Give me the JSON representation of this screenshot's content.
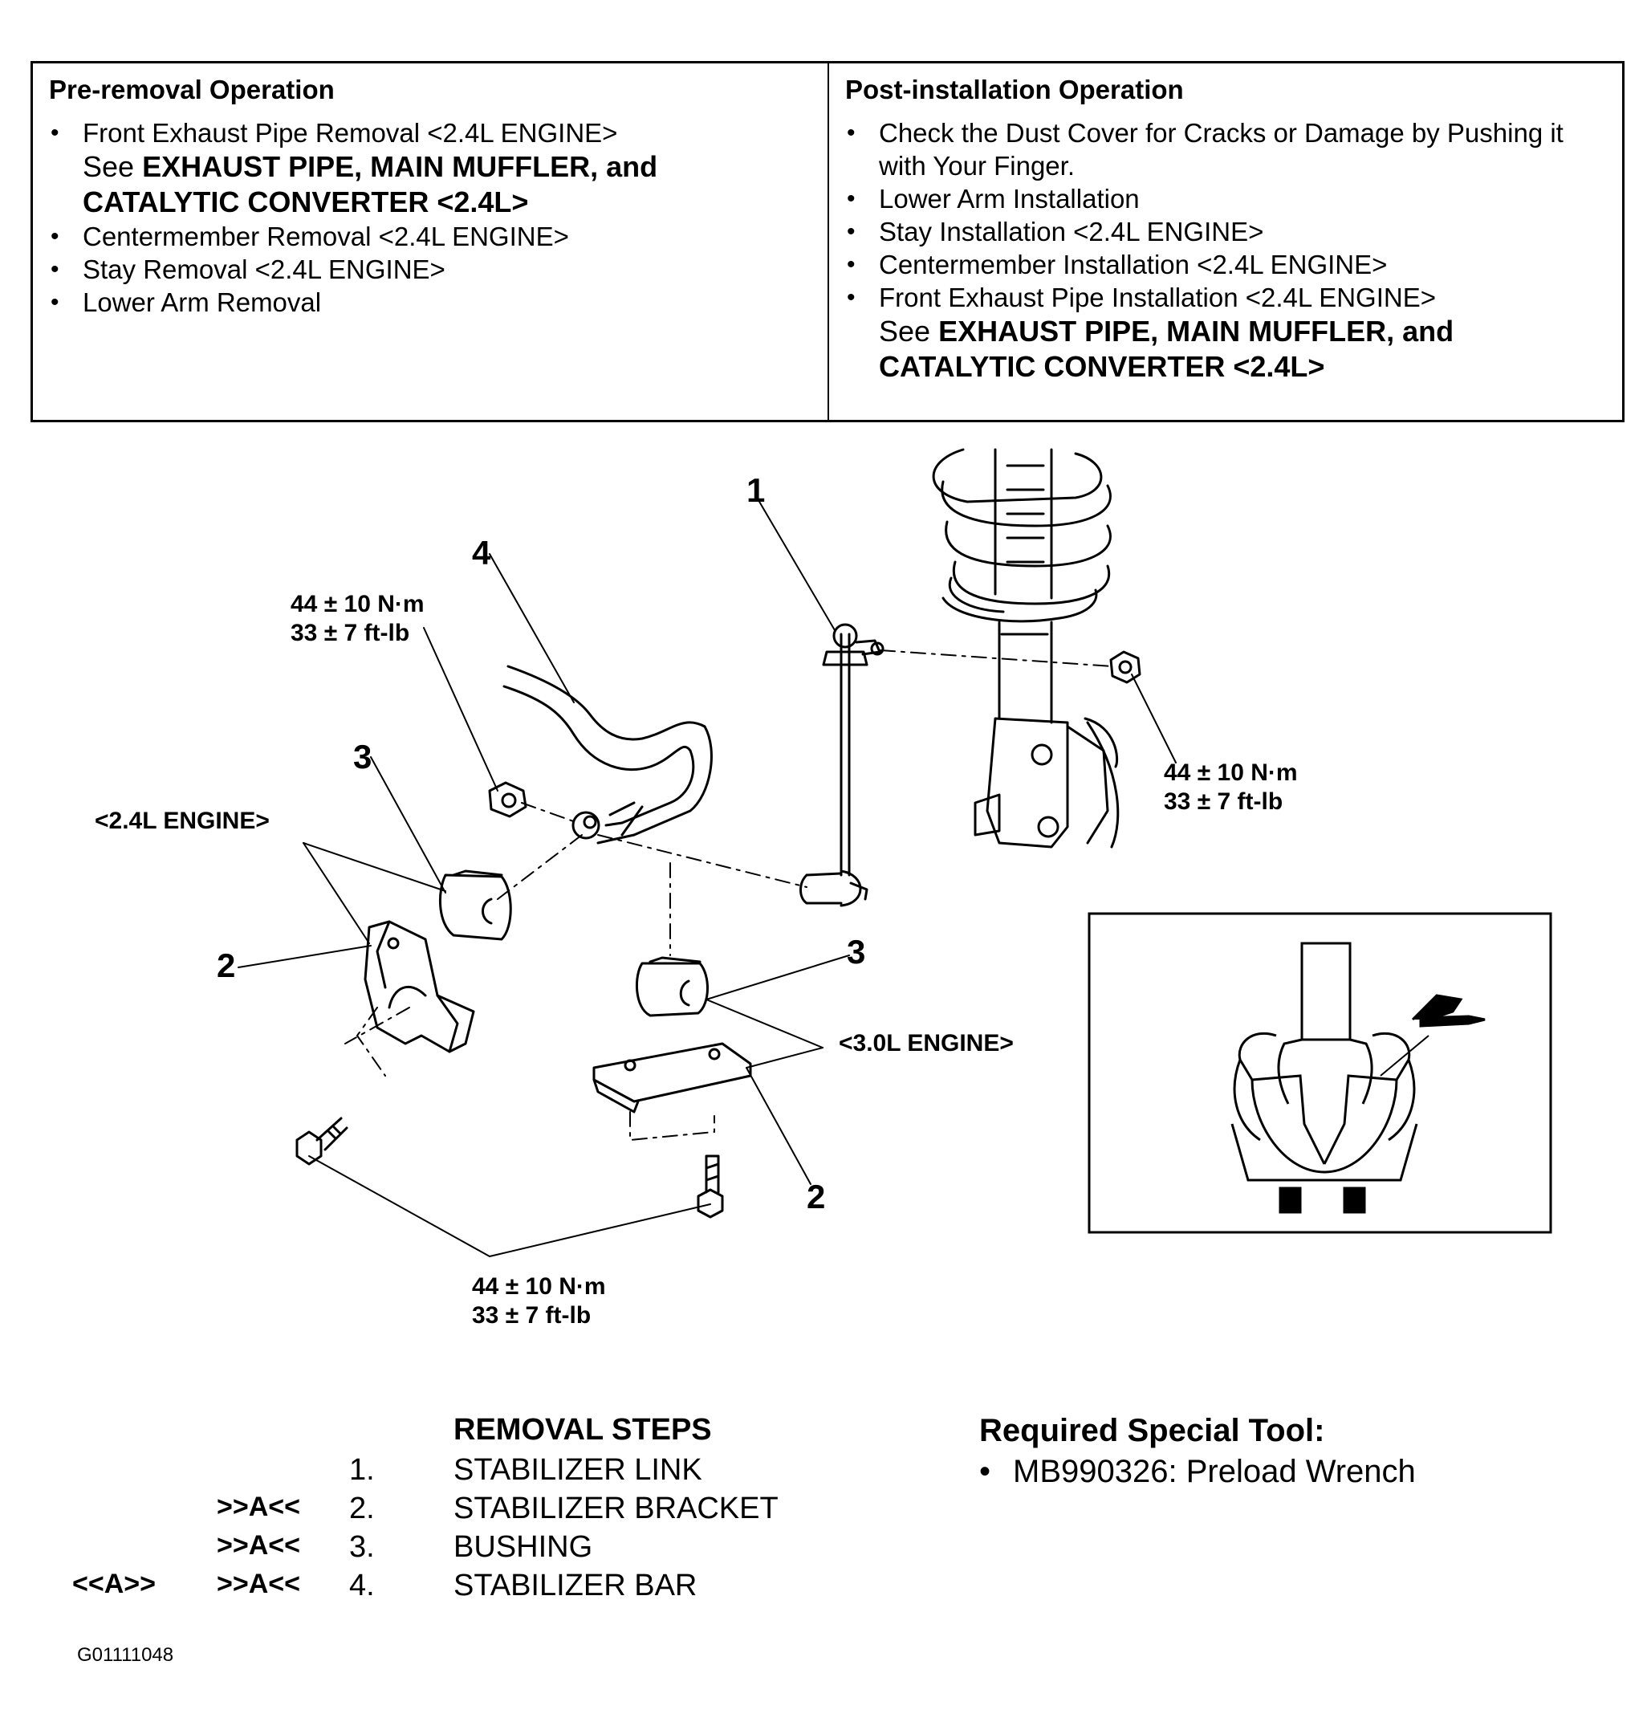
{
  "pre_removal": {
    "title": "Pre-removal Operation",
    "items": [
      {
        "text": "Front Exhaust Pipe Removal <2.4L ENGINE>",
        "see_prefix": "See ",
        "see_bold": "EXHAUST PIPE, MAIN MUFFLER, and CATALYTIC CONVERTER <2.4L>"
      },
      {
        "text": "Centermember Removal <2.4L ENGINE>"
      },
      {
        "text": "Stay Removal <2.4L ENGINE>"
      },
      {
        "text": "Lower Arm Removal"
      }
    ]
  },
  "post_installation": {
    "title": "Post-installation Operation",
    "items": [
      {
        "text": "Check the Dust Cover for Cracks or Damage by Pushing it with Your Finger."
      },
      {
        "text": "Lower Arm Installation"
      },
      {
        "text": "Stay Installation <2.4L ENGINE>"
      },
      {
        "text": "Centermember Installation <2.4L ENGINE>"
      },
      {
        "text": "Front Exhaust Pipe Installation <2.4L ENGINE>",
        "see_prefix": "See ",
        "see_bold": "EXHAUST PIPE, MAIN MUFFLER, and CATALYTIC CONVERTER <2.4L>"
      }
    ]
  },
  "bullet": "•",
  "diagram": {
    "callouts": {
      "c1": "1",
      "c2a": "2",
      "c2b": "2",
      "c3a": "3",
      "c3b": "3",
      "c4": "4"
    },
    "torque": {
      "t_nut": {
        "nm": "44 ± 10 N·m",
        "ftlb": "33 ± 7 ft-lb"
      },
      "t_strut": {
        "nm": "44 ± 10 N·m",
        "ftlb": "33 ± 7 ft-lb"
      },
      "t_bolt": {
        "nm": "44 ± 10 N·m",
        "ftlb": "33 ± 7 ft-lb"
      }
    },
    "engine_24": "<2.4L ENGINE>",
    "engine_30": "<3.0L ENGINE>"
  },
  "removal": {
    "title": "REMOVAL STEPS",
    "rows": [
      {
        "install": "",
        "remove": "",
        "num": "1.",
        "name": "STABILIZER LINK"
      },
      {
        "install": "",
        "remove": ">>A<<",
        "num": "2.",
        "name": "STABILIZER BRACKET"
      },
      {
        "install": "",
        "remove": ">>A<<",
        "num": "3.",
        "name": "BUSHING"
      },
      {
        "install": "<<A>>",
        "remove": ">>A<<",
        "num": "4.",
        "name": "STABILIZER BAR"
      }
    ]
  },
  "special_tool": {
    "title": "Required Special Tool:",
    "item": "MB990326: Preload Wrench"
  },
  "figure_id": "G01111048"
}
